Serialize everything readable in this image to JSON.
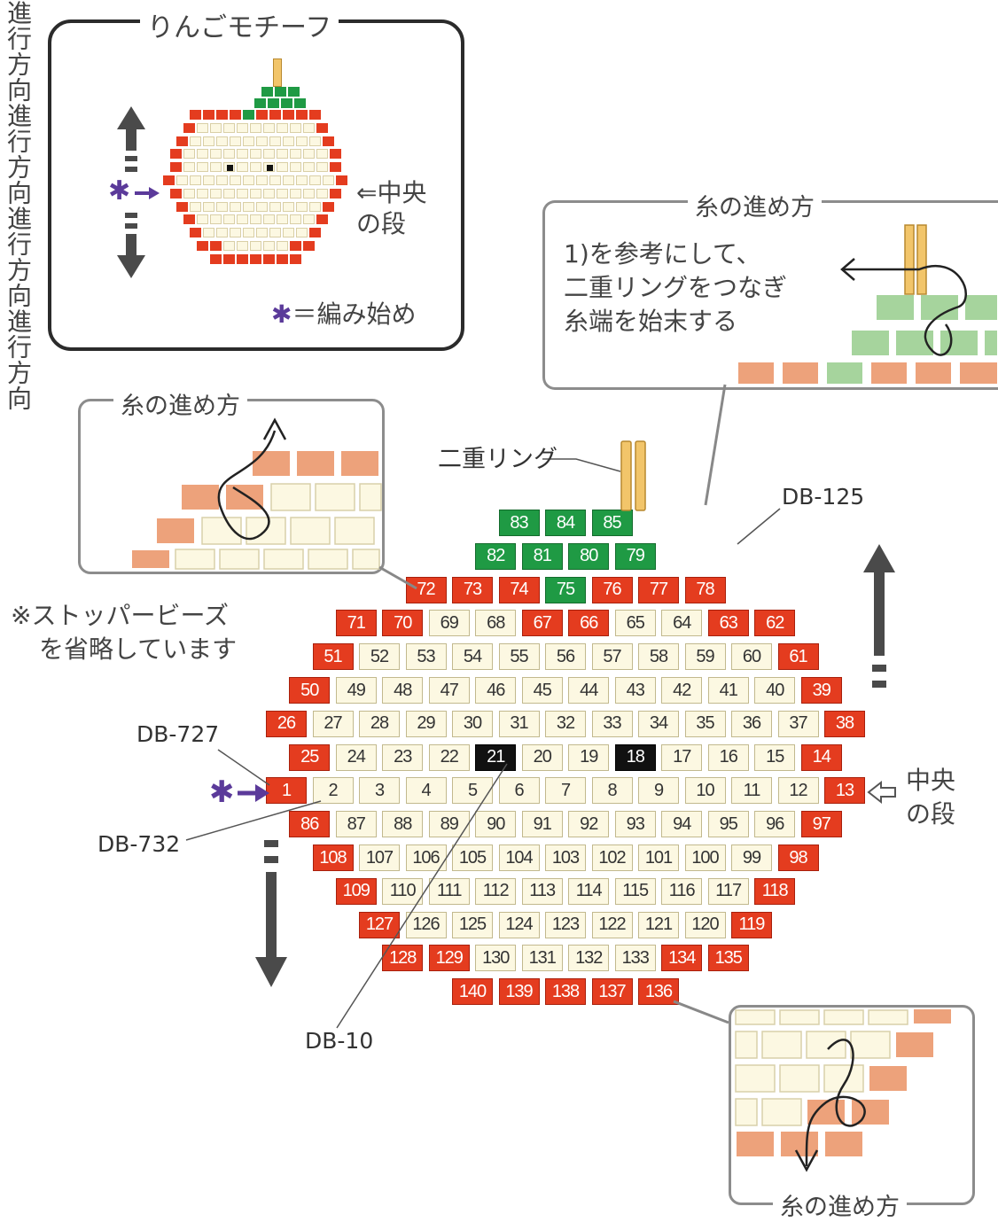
{
  "motif_box": {
    "title": "りんごモチーフ",
    "direction_up": "進行方向",
    "direction_down": "進行方向",
    "center_row": "⇐中央の段",
    "legend": "＝編み始め",
    "legend_mark": "✱"
  },
  "thread_box_top": {
    "title": "糸の進め方",
    "note_lines": [
      "1)を参考にして、",
      "二重リングをつなぎ",
      "糸端を始末する"
    ]
  },
  "thread_box_left": {
    "title": "糸の進め方"
  },
  "thread_box_bottom": {
    "title": "糸の進め方"
  },
  "labels": {
    "double_ring": "二重リング",
    "db125": "DB-125",
    "db727": "DB-727",
    "db732": "DB-732",
    "db10": "DB-10",
    "stopper_note": [
      "※ストッパービーズ",
      "を省略しています"
    ],
    "direction_up": "進行方向",
    "direction_down": "進行方向",
    "center_row": [
      "中央",
      "の段"
    ],
    "start_mark": "✱"
  },
  "colors": {
    "red": "#e43c1f",
    "cream": "#fcf8e2",
    "green": "#1f9a44",
    "black": "#111111",
    "salmon": "#eda27b",
    "light_green": "#a6d49d",
    "stem": "#f2c56a",
    "arrow": "#4a4a4a",
    "start_mark": "#5b3a9a"
  },
  "bead_chart": {
    "rows": [
      [
        {
          "n": "83",
          "c": "green"
        },
        {
          "n": "84",
          "c": "green"
        },
        {
          "n": "85",
          "c": "green"
        }
      ],
      [
        {
          "n": "82",
          "c": "green"
        },
        {
          "n": "81",
          "c": "green"
        },
        {
          "n": "80",
          "c": "green"
        },
        {
          "n": "79",
          "c": "green"
        }
      ],
      [
        {
          "n": "72",
          "c": "red"
        },
        {
          "n": "73",
          "c": "red"
        },
        {
          "n": "74",
          "c": "red"
        },
        {
          "n": "75",
          "c": "green"
        },
        {
          "n": "76",
          "c": "red"
        },
        {
          "n": "77",
          "c": "red"
        },
        {
          "n": "78",
          "c": "red"
        }
      ],
      [
        {
          "n": "71",
          "c": "red"
        },
        {
          "n": "70",
          "c": "red"
        },
        {
          "n": "69",
          "c": "cream"
        },
        {
          "n": "68",
          "c": "cream"
        },
        {
          "n": "67",
          "c": "red"
        },
        {
          "n": "66",
          "c": "red"
        },
        {
          "n": "65",
          "c": "cream"
        },
        {
          "n": "64",
          "c": "cream"
        },
        {
          "n": "63",
          "c": "red"
        },
        {
          "n": "62",
          "c": "red"
        }
      ],
      [
        {
          "n": "51",
          "c": "red"
        },
        {
          "n": "52",
          "c": "cream"
        },
        {
          "n": "53",
          "c": "cream"
        },
        {
          "n": "54",
          "c": "cream"
        },
        {
          "n": "55",
          "c": "cream"
        },
        {
          "n": "56",
          "c": "cream"
        },
        {
          "n": "57",
          "c": "cream"
        },
        {
          "n": "58",
          "c": "cream"
        },
        {
          "n": "59",
          "c": "cream"
        },
        {
          "n": "60",
          "c": "cream"
        },
        {
          "n": "61",
          "c": "red"
        }
      ],
      [
        {
          "n": "50",
          "c": "red"
        },
        {
          "n": "49",
          "c": "cream"
        },
        {
          "n": "48",
          "c": "cream"
        },
        {
          "n": "47",
          "c": "cream"
        },
        {
          "n": "46",
          "c": "cream"
        },
        {
          "n": "45",
          "c": "cream"
        },
        {
          "n": "44",
          "c": "cream"
        },
        {
          "n": "43",
          "c": "cream"
        },
        {
          "n": "42",
          "c": "cream"
        },
        {
          "n": "41",
          "c": "cream"
        },
        {
          "n": "40",
          "c": "cream"
        },
        {
          "n": "39",
          "c": "red"
        }
      ],
      [
        {
          "n": "26",
          "c": "red"
        },
        {
          "n": "27",
          "c": "cream"
        },
        {
          "n": "28",
          "c": "cream"
        },
        {
          "n": "29",
          "c": "cream"
        },
        {
          "n": "30",
          "c": "cream"
        },
        {
          "n": "31",
          "c": "cream"
        },
        {
          "n": "32",
          "c": "cream"
        },
        {
          "n": "33",
          "c": "cream"
        },
        {
          "n": "34",
          "c": "cream"
        },
        {
          "n": "35",
          "c": "cream"
        },
        {
          "n": "36",
          "c": "cream"
        },
        {
          "n": "37",
          "c": "cream"
        },
        {
          "n": "38",
          "c": "red"
        }
      ],
      [
        {
          "n": "25",
          "c": "red"
        },
        {
          "n": "24",
          "c": "cream"
        },
        {
          "n": "23",
          "c": "cream"
        },
        {
          "n": "22",
          "c": "cream"
        },
        {
          "n": "21",
          "c": "black"
        },
        {
          "n": "20",
          "c": "cream"
        },
        {
          "n": "19",
          "c": "cream"
        },
        {
          "n": "18",
          "c": "black"
        },
        {
          "n": "17",
          "c": "cream"
        },
        {
          "n": "16",
          "c": "cream"
        },
        {
          "n": "15",
          "c": "cream"
        },
        {
          "n": "14",
          "c": "red"
        }
      ],
      [
        {
          "n": "1",
          "c": "red"
        },
        {
          "n": "2",
          "c": "cream"
        },
        {
          "n": "3",
          "c": "cream"
        },
        {
          "n": "4",
          "c": "cream"
        },
        {
          "n": "5",
          "c": "cream"
        },
        {
          "n": "6",
          "c": "cream"
        },
        {
          "n": "7",
          "c": "cream"
        },
        {
          "n": "8",
          "c": "cream"
        },
        {
          "n": "9",
          "c": "cream"
        },
        {
          "n": "10",
          "c": "cream"
        },
        {
          "n": "11",
          "c": "cream"
        },
        {
          "n": "12",
          "c": "cream"
        },
        {
          "n": "13",
          "c": "red"
        }
      ],
      [
        {
          "n": "86",
          "c": "red"
        },
        {
          "n": "87",
          "c": "cream"
        },
        {
          "n": "88",
          "c": "cream"
        },
        {
          "n": "89",
          "c": "cream"
        },
        {
          "n": "90",
          "c": "cream"
        },
        {
          "n": "91",
          "c": "cream"
        },
        {
          "n": "92",
          "c": "cream"
        },
        {
          "n": "93",
          "c": "cream"
        },
        {
          "n": "94",
          "c": "cream"
        },
        {
          "n": "95",
          "c": "cream"
        },
        {
          "n": "96",
          "c": "cream"
        },
        {
          "n": "97",
          "c": "red"
        }
      ],
      [
        {
          "n": "108",
          "c": "red"
        },
        {
          "n": "107",
          "c": "cream"
        },
        {
          "n": "106",
          "c": "cream"
        },
        {
          "n": "105",
          "c": "cream"
        },
        {
          "n": "104",
          "c": "cream"
        },
        {
          "n": "103",
          "c": "cream"
        },
        {
          "n": "102",
          "c": "cream"
        },
        {
          "n": "101",
          "c": "cream"
        },
        {
          "n": "100",
          "c": "cream"
        },
        {
          "n": "99",
          "c": "cream"
        },
        {
          "n": "98",
          "c": "red"
        }
      ],
      [
        {
          "n": "109",
          "c": "red"
        },
        {
          "n": "110",
          "c": "cream"
        },
        {
          "n": "111",
          "c": "cream"
        },
        {
          "n": "112",
          "c": "cream"
        },
        {
          "n": "113",
          "c": "cream"
        },
        {
          "n": "114",
          "c": "cream"
        },
        {
          "n": "115",
          "c": "cream"
        },
        {
          "n": "116",
          "c": "cream"
        },
        {
          "n": "117",
          "c": "cream"
        },
        {
          "n": "118",
          "c": "red"
        }
      ],
      [
        {
          "n": "127",
          "c": "red"
        },
        {
          "n": "126",
          "c": "cream"
        },
        {
          "n": "125",
          "c": "cream"
        },
        {
          "n": "124",
          "c": "cream"
        },
        {
          "n": "123",
          "c": "cream"
        },
        {
          "n": "122",
          "c": "cream"
        },
        {
          "n": "121",
          "c": "cream"
        },
        {
          "n": "120",
          "c": "cream"
        },
        {
          "n": "119",
          "c": "red"
        }
      ],
      [
        {
          "n": "128",
          "c": "red"
        },
        {
          "n": "129",
          "c": "red"
        },
        {
          "n": "130",
          "c": "cream"
        },
        {
          "n": "131",
          "c": "cream"
        },
        {
          "n": "132",
          "c": "cream"
        },
        {
          "n": "133",
          "c": "cream"
        },
        {
          "n": "134",
          "c": "red"
        },
        {
          "n": "135",
          "c": "red"
        }
      ],
      [
        {
          "n": "140",
          "c": "red"
        },
        {
          "n": "139",
          "c": "red"
        },
        {
          "n": "138",
          "c": "red"
        },
        {
          "n": "137",
          "c": "red"
        },
        {
          "n": "136",
          "c": "red"
        }
      ]
    ]
  },
  "mini_chart": {
    "rows": [
      [
        "red",
        "red",
        "red",
        "red",
        "green",
        "red",
        "red",
        "red",
        "red",
        "red"
      ],
      [
        "red",
        "cream",
        "cream",
        "cream",
        "cream",
        "cream",
        "cream",
        "cream",
        "cream",
        "cream",
        "red"
      ],
      [
        "red",
        "cream",
        "cream",
        "cream",
        "cream",
        "cream",
        "cream",
        "cream",
        "cream",
        "cream",
        "cream",
        "red"
      ],
      [
        "red",
        "cream",
        "cream",
        "cream",
        "cream",
        "cream",
        "cream",
        "cream",
        "cream",
        "cream",
        "cream",
        "cream",
        "red"
      ],
      [
        "red",
        "cream",
        "cream",
        "cream",
        "black",
        "cream",
        "cream",
        "black",
        "cream",
        "cream",
        "cream",
        "cream",
        "red"
      ],
      [
        "red",
        "cream",
        "cream",
        "cream",
        "cream",
        "cream",
        "cream",
        "cream",
        "cream",
        "cream",
        "cream",
        "cream",
        "cream",
        "red"
      ],
      [
        "red",
        "cream",
        "cream",
        "cream",
        "cream",
        "cream",
        "cream",
        "cream",
        "cream",
        "cream",
        "cream",
        "cream",
        "red"
      ],
      [
        "red",
        "cream",
        "cream",
        "cream",
        "cream",
        "cream",
        "cream",
        "cream",
        "cream",
        "cream",
        "cream",
        "red"
      ],
      [
        "red",
        "cream",
        "cream",
        "cream",
        "cream",
        "cream",
        "cream",
        "cream",
        "cream",
        "cream",
        "red"
      ],
      [
        "red",
        "cream",
        "cream",
        "cream",
        "cream",
        "cream",
        "cream",
        "cream",
        "cream",
        "red"
      ],
      [
        "red",
        "red",
        "cream",
        "cream",
        "cream",
        "cream",
        "cream",
        "red",
        "red"
      ],
      [
        "red",
        "red",
        "red",
        "red",
        "red",
        "red",
        "red"
      ]
    ],
    "top_rows": [
      [
        "green",
        "green",
        "green"
      ],
      [
        "green",
        "green",
        "green",
        "green"
      ]
    ]
  }
}
